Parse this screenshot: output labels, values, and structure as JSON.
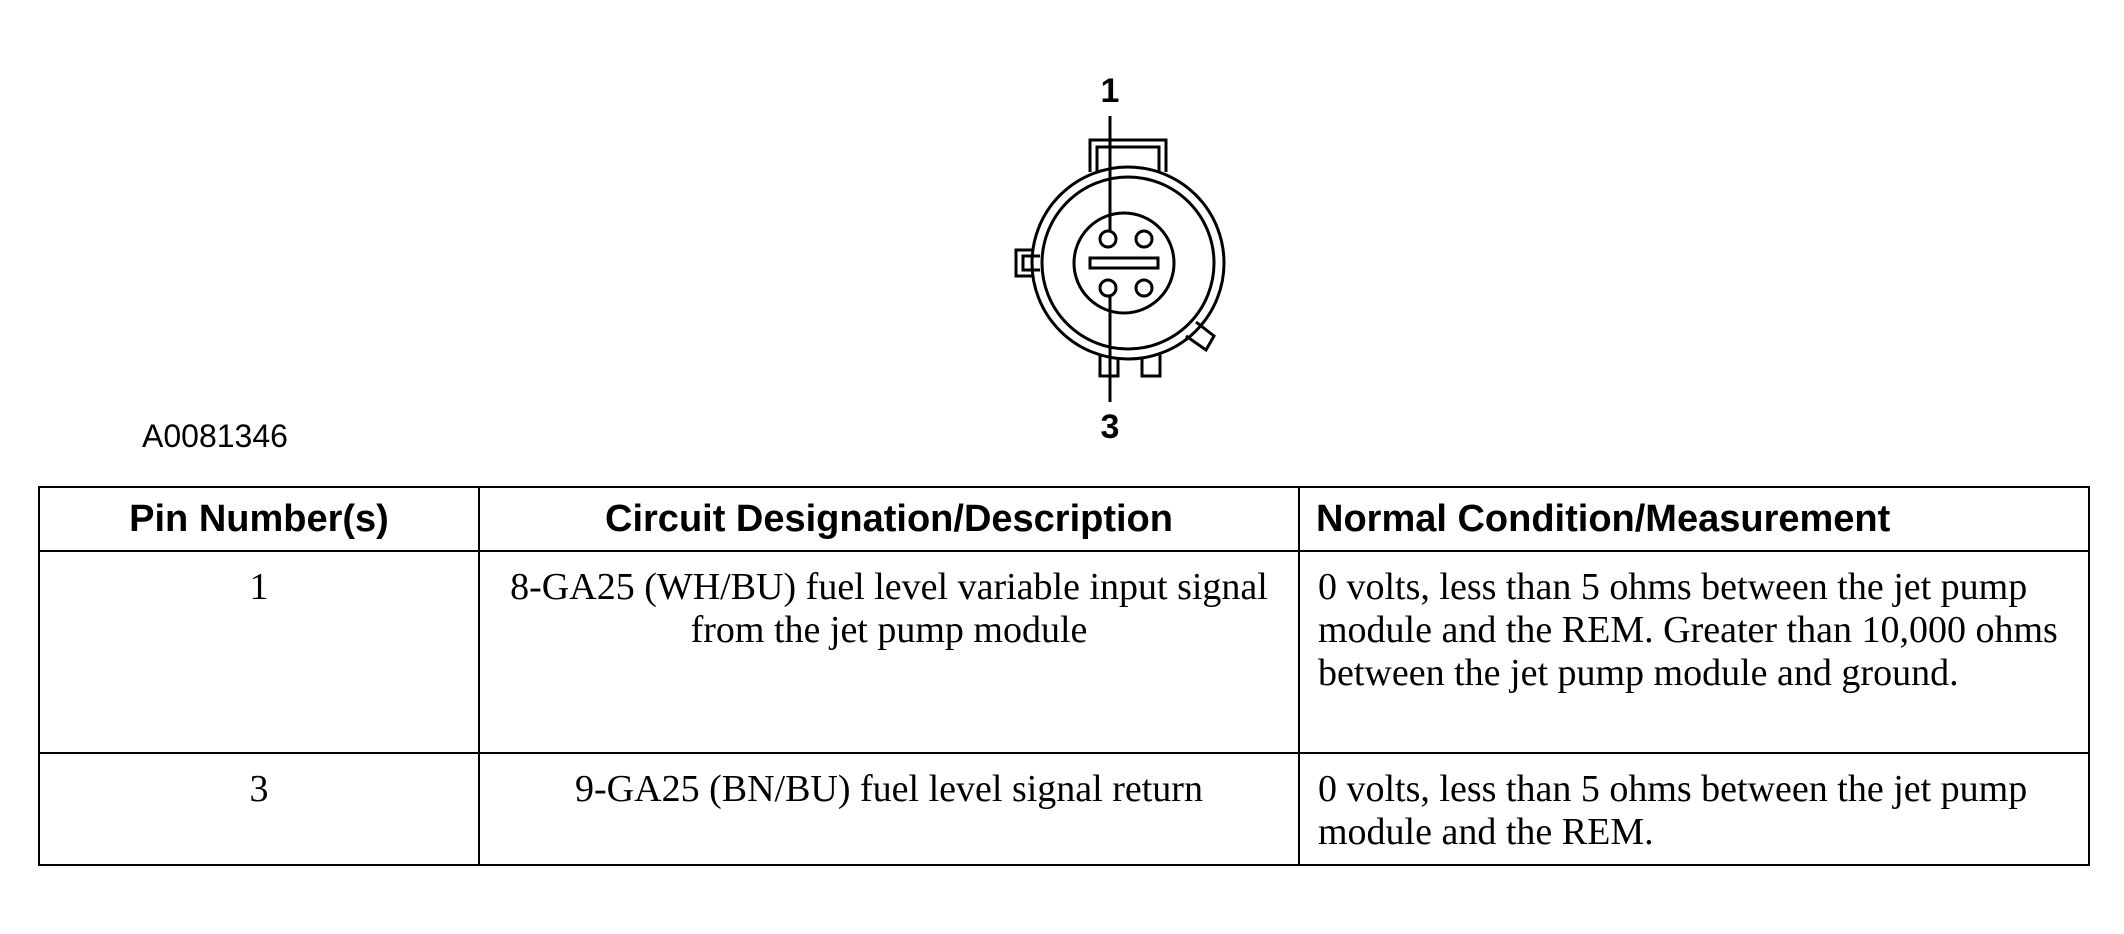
{
  "diagram": {
    "pin_labels": [
      "1",
      "3"
    ]
  },
  "figure_id": "A0081346",
  "table": {
    "headers": [
      "Pin Number(s)",
      "Circuit Designation/Description",
      "Normal Condition/Measurement"
    ],
    "rows": [
      {
        "pin": "1",
        "circuit": "8-GA25 (WH/BU) fuel level variable input signal from the jet pump module",
        "measurement": "0 volts, less than 5 ohms between the jet pump module and the REM. Greater than 10,000 ohms between the jet pump module and ground."
      },
      {
        "pin": "3",
        "circuit": "9-GA25 (BN/BU) fuel level signal return",
        "measurement": "0 volts, less than 5 ohms between the jet pump module and the REM."
      }
    ]
  }
}
